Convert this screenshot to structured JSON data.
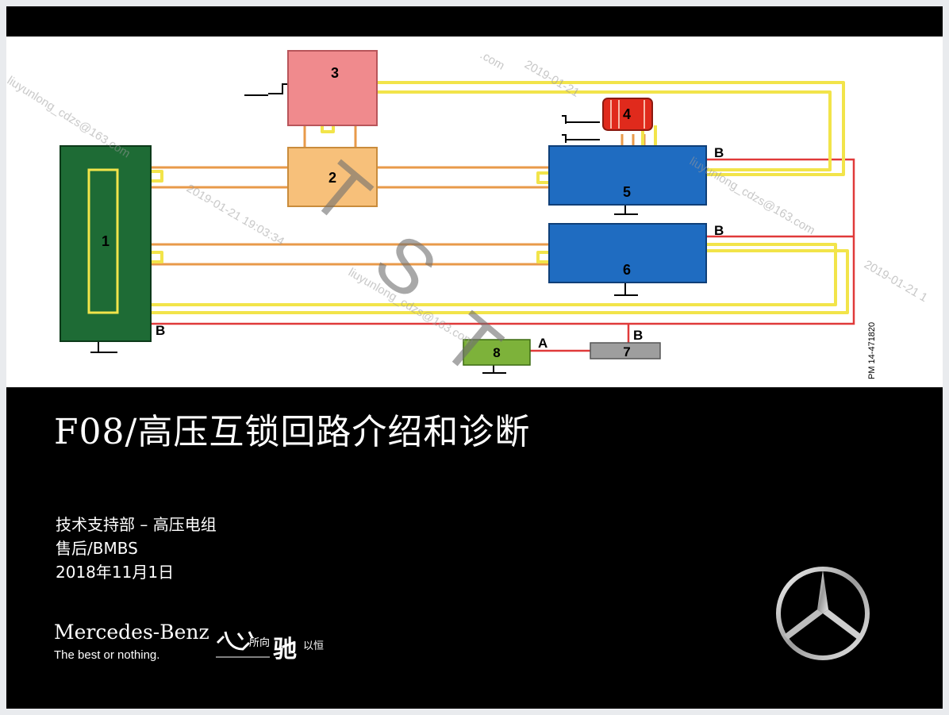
{
  "diagram": {
    "components": [
      {
        "id": "1",
        "color": "#1e6b35"
      },
      {
        "id": "2",
        "color": "#f7c07a"
      },
      {
        "id": "3",
        "color": "#f08a8d"
      },
      {
        "id": "4",
        "color": "#e02a1c"
      },
      {
        "id": "5",
        "color": "#1f6cc1"
      },
      {
        "id": "6",
        "color": "#1f6cc1"
      },
      {
        "id": "7",
        "color": "#9e9e9e"
      },
      {
        "id": "8",
        "color": "#7db23a"
      }
    ],
    "terminal_labels": {
      "b_comp5": "B",
      "b_comp6": "B",
      "b_comp1": "B",
      "b_comp7": "B",
      "a_comp8": "A"
    },
    "figure_code": "PM 14-471820",
    "watermark_letters": [
      "T",
      "S",
      "T"
    ],
    "wire_colors": {
      "loop": "#f2e44a",
      "signal": "#e89a4a",
      "power": "#e03a3a"
    },
    "watermarks": [
      "liuyunlong_cdzs@163.com",
      "2019-01-21 19:03:34",
      "liuyunlong_cdzs@163.com",
      "2019-01-21 1",
      "liuyunlong_cdzs@163.com",
      "2019-01-21",
      ".com"
    ]
  },
  "slide": {
    "title": "F08/高压互锁回路介绍和诊断",
    "subtitle_lines": [
      "技术支持部 – 高压电组",
      "售后/BMBS",
      "2018年11月1日"
    ]
  },
  "brand": {
    "name": "Mercedes-Benz",
    "slogan": "The best or nothing.",
    "calligraphy": [
      "心",
      "所向",
      "驰",
      "以恒"
    ],
    "logo": "mercedes-star-icon"
  }
}
